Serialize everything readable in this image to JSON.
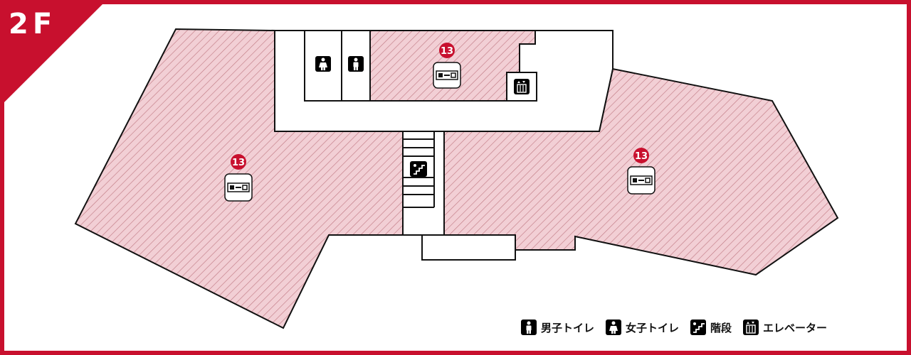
{
  "floor": {
    "label": "2F"
  },
  "colors": {
    "accent": "#c8102e",
    "zone_fill": "#f2cfd5",
    "hatch": "#c27b85",
    "outline": "#111111"
  },
  "shops": [
    {
      "id": "shop-north",
      "number": "13",
      "icon": "shop-sign-icon"
    },
    {
      "id": "shop-west",
      "number": "13",
      "icon": "shop-sign-icon"
    },
    {
      "id": "shop-east",
      "number": "13",
      "icon": "shop-sign-icon"
    }
  ],
  "facilities": [
    {
      "id": "womens-toilet",
      "icon": "womens-toilet-icon"
    },
    {
      "id": "mens-toilet",
      "icon": "mens-toilet-icon"
    },
    {
      "id": "stairs",
      "icon": "stairs-icon"
    },
    {
      "id": "elevator",
      "icon": "elevator-icon"
    }
  ],
  "legend": [
    {
      "icon": "mens-toilet-icon",
      "label": "男子トイレ"
    },
    {
      "icon": "womens-toilet-icon",
      "label": "女子トイレ"
    },
    {
      "icon": "stairs-icon",
      "label": "階段"
    },
    {
      "icon": "elevator-icon",
      "label": "エレベーター"
    }
  ]
}
